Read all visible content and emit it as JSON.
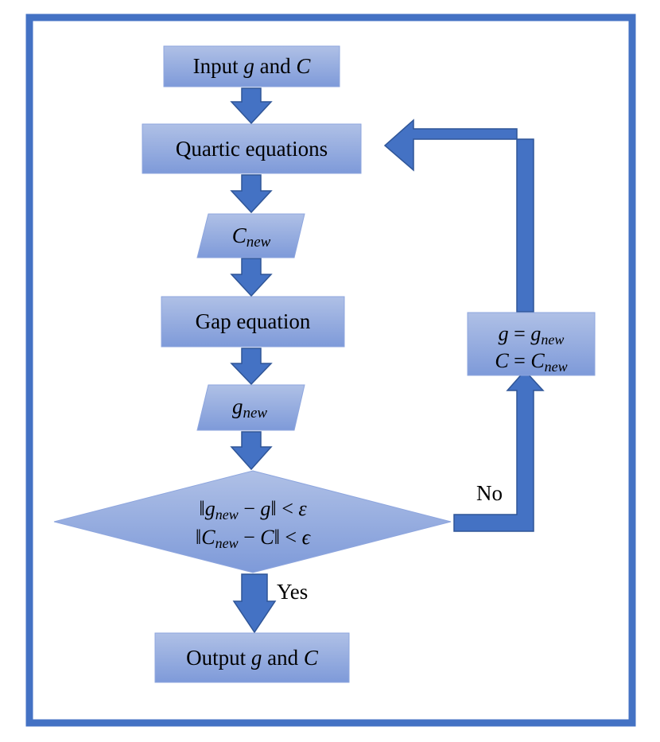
{
  "colors": {
    "frame": "#4472C4",
    "box_fill_top": "#AFC0E6",
    "box_fill_bottom": "#7E9AD9",
    "box_stroke": "#8EA6DE",
    "arrow": "#4472C4",
    "arrow_stroke": "#2F5597",
    "text": "#000000"
  },
  "nodes": {
    "input": {
      "t1": "Input ",
      "t2": "g",
      "t3": " and ",
      "t4": "C"
    },
    "quartic": {
      "label": "Quartic equations"
    },
    "c_new": {
      "base": "C",
      "sub": "new"
    },
    "gap": {
      "label": "Gap equation"
    },
    "g_new": {
      "base": "g",
      "sub": "new"
    },
    "condition": {
      "line1": {
        "open": "‖",
        "base": "g",
        "sub": "new",
        "mid": " − ",
        "var": "g",
        "close": "‖",
        "rel": " < ",
        "eps": "ε"
      },
      "line2": {
        "open": "‖",
        "base": "C",
        "sub": "new",
        "mid": " − ",
        "var": "C",
        "close": "‖",
        "rel": " < ",
        "eps": "ϵ"
      }
    },
    "update": {
      "line1": {
        "lhs": "g",
        "eq": " = ",
        "base": "g",
        "sub": "new"
      },
      "line2": {
        "lhs": "C",
        "eq": " = ",
        "base": "C",
        "sub": "new"
      }
    },
    "output": {
      "t1": "Output ",
      "t2": "g",
      "t3": " and ",
      "t4": "C"
    }
  },
  "edges": {
    "yes_label": "Yes",
    "no_label": "No"
  }
}
